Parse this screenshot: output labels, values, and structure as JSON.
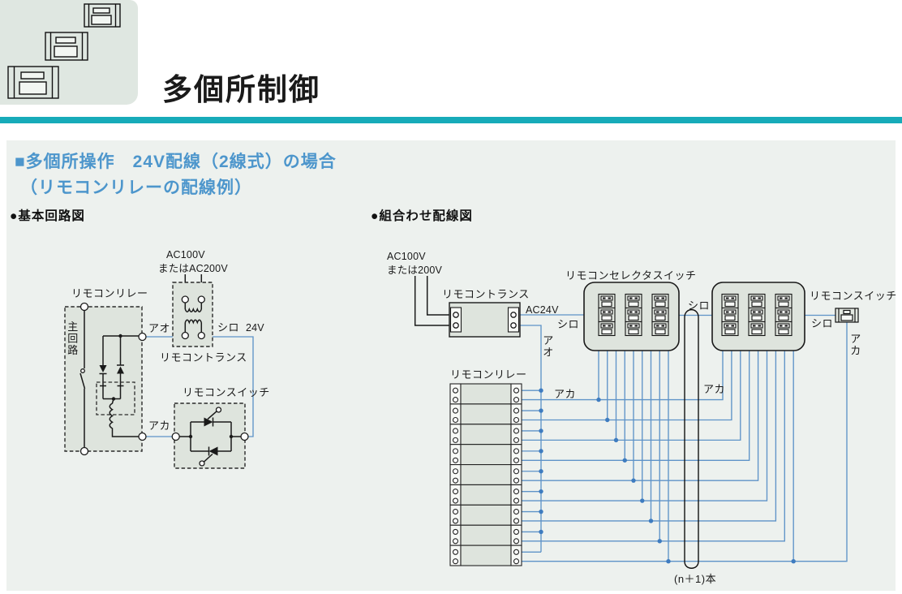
{
  "page": {
    "title": "多個所制御"
  },
  "section": {
    "heading_line1": "■多個所操作　24V配線（2線式）の場合",
    "heading_line2": "（リモコンリレーの配線例）",
    "left_subheading": "●基本回路図",
    "right_subheading": "●組合わせ配線図"
  },
  "colors": {
    "accent_teal": "#17ABB9",
    "heading_blue": "#4D96CC",
    "wire_blue": "#5E93C8",
    "panel_background": "#EDF1EE",
    "box_fill": "#DEE4DD"
  },
  "basic_circuit": {
    "power_line1": "AC100V",
    "power_line2": "またはAC200V",
    "relay_label": "リモコンリレー",
    "main_circuit_label": "主回路",
    "blue_label": "アオ",
    "white_label": "シロ",
    "voltage_label": "24V",
    "transformer_label": "リモコントランス",
    "switch_label": "リモコンスイッチ",
    "red_label": "アカ"
  },
  "combination": {
    "power_line1": "AC100V",
    "power_line2": "または200V",
    "transformer_label": "リモコントランス",
    "ac24v_label": "AC24V",
    "white_label_1": "シロ",
    "blue_vertical_label": "アオ",
    "relay_label": "リモコンリレー",
    "selector_label": "リモコンセレクタスイッチ",
    "white_label_2": "シロ",
    "red_label_1": "アカ",
    "red_label_2": "アカ",
    "remote_switch_label": "リモコンスイッチ",
    "white_label_3": "シロ",
    "red_vertical_label": "アカ",
    "bundle_note": "(n＋1)本",
    "relay_unit_count": 9,
    "selector_box_count": 2,
    "switches_per_selector": 9
  }
}
